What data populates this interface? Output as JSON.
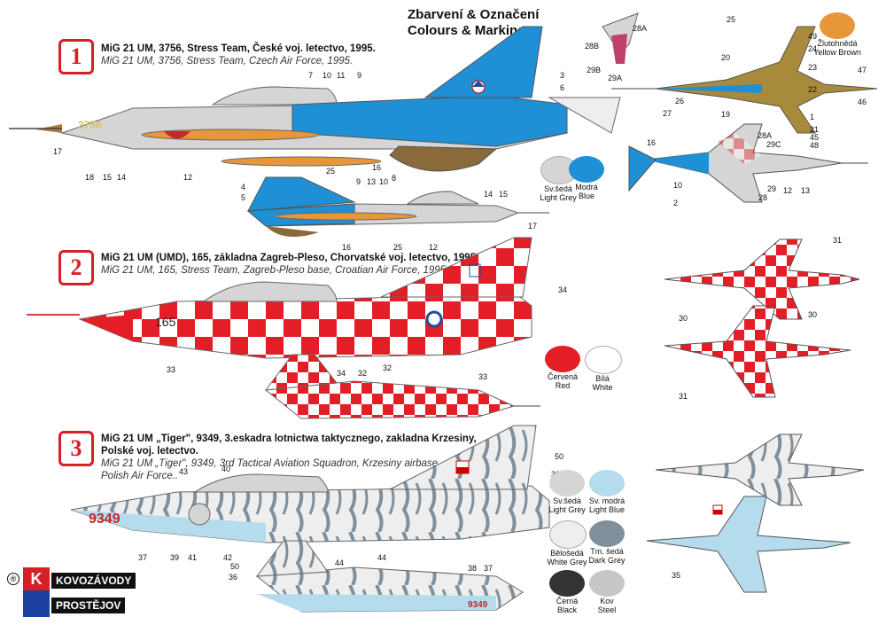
{
  "header": {
    "title_cz": "Zbarvení & Označení",
    "title_en": "Colours & Markings"
  },
  "schemes": [
    {
      "badge": "1",
      "caption_bold": "MiG 21 UM, 3756, Stress Team,  České voj. letectvo, 1995.",
      "caption_it": "MiG 21 UM, 3756, Stress Team,  Czech Air Force, 1995."
    },
    {
      "badge": "2",
      "caption_bold": "MiG 21 UM (UMD), 165, základna Zagreb-Pleso, Chorvatské voj. letectvo, 1995.",
      "caption_it": "MiG 21 UM, 165, Stress Team, Zagreb-Pleso base, Croatian Air Force, 1995."
    },
    {
      "badge": "3",
      "caption_bold1": "MiG 21 UM „Tiger\", 9349, 3.eskadra lotnictwa taktycznego, zakladna Krzesiny,",
      "caption_bold2": "Polské voj. letectvo.",
      "caption_it1": "MiG 21 UM „Tiger\", 9349, 3rd Tactical Aviation Squadron, Krzesiny airbase,",
      "caption_it2": "Polish Air Force.."
    }
  ],
  "swatches": [
    {
      "cz": "Sv.šedá",
      "en": "Light Grey",
      "color": "#d5d5d5"
    },
    {
      "cz": "Modrá",
      "en": "Blue",
      "color": "#1f8fd6"
    },
    {
      "cz": "Žlutohnědá",
      "en": "Yellow Brown",
      "color": "#e8963a"
    },
    {
      "cz": "Červená",
      "en": "Red",
      "color": "#e41e26"
    },
    {
      "cz": "Bílá",
      "en": "White",
      "color": "#ffffff"
    },
    {
      "cz": "Sv.šedá",
      "en": "Light Grey",
      "color": "#d5d5d5"
    },
    {
      "cz": "Sv. modrá",
      "en": "Light Blue",
      "color": "#b5dced"
    },
    {
      "cz": "Bělošedá",
      "en": "White Grey",
      "color": "#eeeeee"
    },
    {
      "cz": "Tm. šedá",
      "en": "Dark Grey",
      "color": "#7f8f9c"
    },
    {
      "cz": "Černá",
      "en": "Black",
      "color": "#333333"
    },
    {
      "cz": "Kov",
      "en": "Steel",
      "color": "#c7c7c7"
    }
  ],
  "aircraft_codes": {
    "a1": "3756",
    "a2": "165",
    "a3": "9349"
  },
  "callouts": {
    "s1": [
      "7",
      "10",
      "11",
      "9",
      "3",
      "6",
      "17",
      "18",
      "15",
      "14",
      "12",
      "25",
      "16",
      "4",
      "5",
      "9",
      "13",
      "10",
      "8",
      "14",
      "15",
      "16",
      "25",
      "12",
      "17"
    ],
    "top": [
      "25",
      "28A",
      "28B",
      "29B",
      "29A",
      "26",
      "27",
      "20",
      "49",
      "24",
      "47",
      "23",
      "22",
      "46",
      "19",
      "1",
      "21",
      "45",
      "48",
      "16",
      "10",
      "2",
      "28A",
      "29C",
      "29",
      "28",
      "12",
      "13"
    ],
    "s2": [
      "34",
      "33",
      "32",
      "34",
      "32",
      "33",
      "31",
      "30",
      "30",
      "31"
    ],
    "s3": [
      "43",
      "40",
      "42",
      "41",
      "39",
      "37",
      "44",
      "50",
      "36",
      "50",
      "36",
      "44",
      "38",
      "37",
      "35"
    ]
  },
  "logo": {
    "reg": "®",
    "letter": "K",
    "line1": "KOVOZÁVODY",
    "line2": "PROSTĚJOV"
  }
}
